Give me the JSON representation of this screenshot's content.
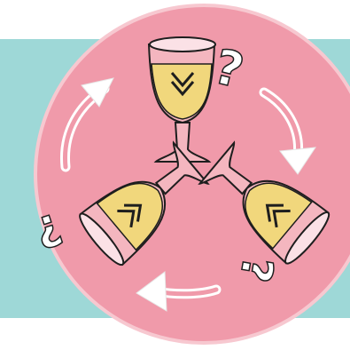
{
  "colors": {
    "background": "#ffffff",
    "panel": "#9ed8d7",
    "circle": "#f09aaa",
    "circle_outline": "#f7c8d0",
    "glass_stem": "#f4b6bf",
    "wine": "#f1d77c",
    "outline": "#1e1e1e",
    "arrow": "#ffffff"
  },
  "icons": [
    "wine-glass-upright",
    "wine-glass-tilted-left",
    "wine-glass-tilted-right",
    "curved-arrow-clockwise",
    "question-mark",
    "inverted-question-mark",
    "chevron-logo"
  ],
  "marks": {
    "question": "?",
    "inverted_question": "¿"
  }
}
